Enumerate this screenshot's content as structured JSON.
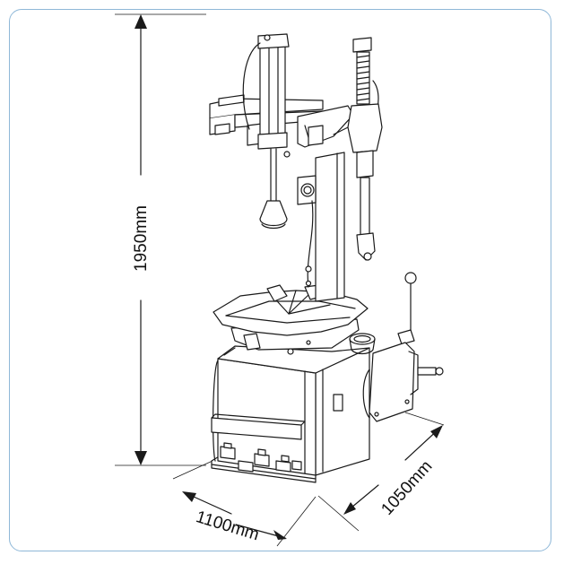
{
  "dimensions": {
    "height": "1950mm",
    "width": "1100mm",
    "depth": "1050mm"
  },
  "colors": {
    "frame_border": "#8fb8d8",
    "line": "#1a1a1a",
    "background": "#ffffff"
  }
}
